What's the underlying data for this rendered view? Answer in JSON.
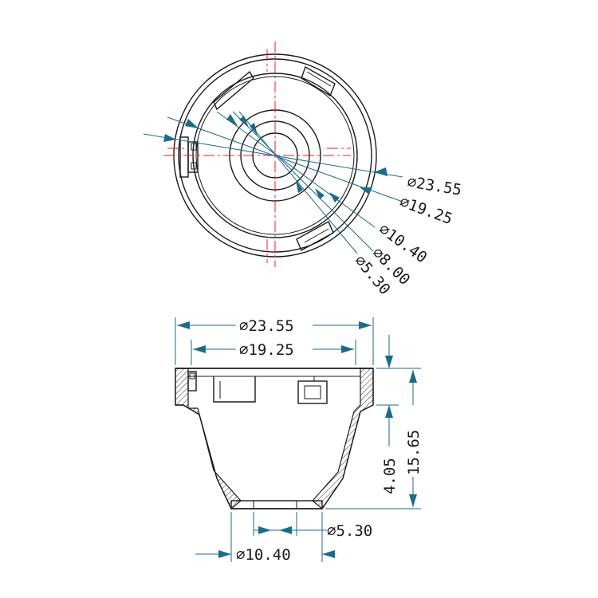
{
  "top_view": {
    "labels": {
      "d1": "⌀23.55",
      "d2": "⌀19.25",
      "d3": "⌀10.40",
      "d4": "⌀8.00",
      "d5": "⌀5.30"
    }
  },
  "side_view": {
    "labels": {
      "top_outer": "⌀23.55",
      "top_inner": "⌀19.25",
      "bottom_outer": "⌀10.40",
      "bottom_inner": "⌀5.30",
      "height_flange": "4.05",
      "height_total": "15.65"
    }
  },
  "colors": {
    "outline": "#1a1a1a",
    "centerline": "#ff1a1a",
    "dimension": "#1b6b8a"
  }
}
